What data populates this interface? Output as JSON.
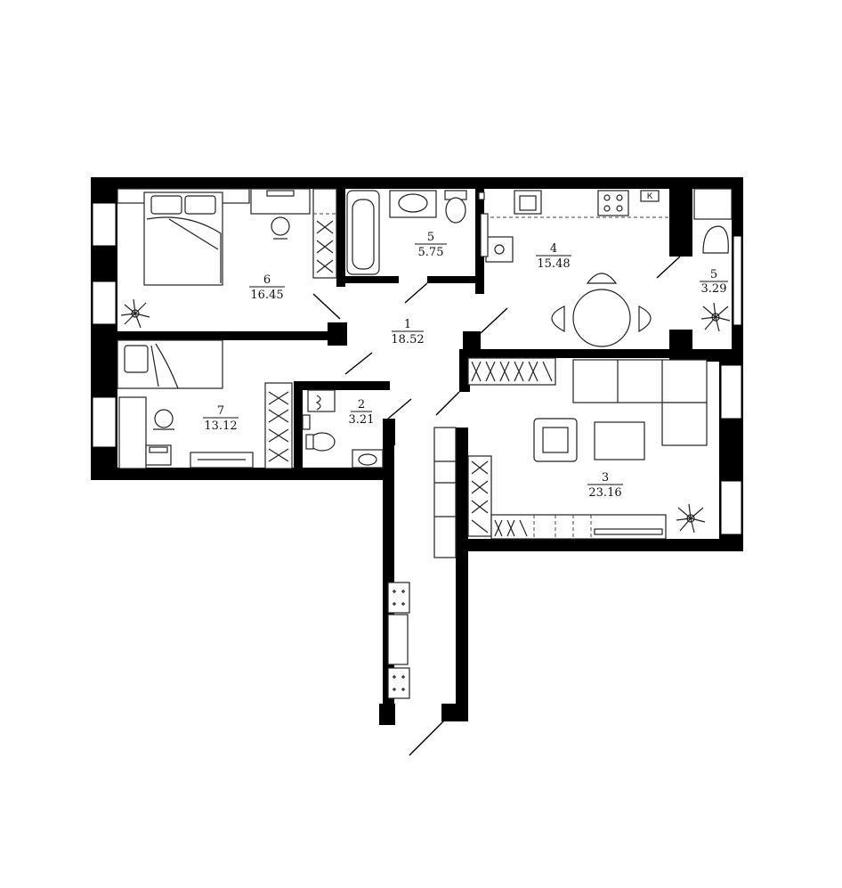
{
  "rooms": [
    {
      "id": "room-1",
      "number": "1",
      "area": "18.52"
    },
    {
      "id": "room-2",
      "number": "2",
      "area": "3.21"
    },
    {
      "id": "room-3",
      "number": "3",
      "area": "23.16"
    },
    {
      "id": "room-4",
      "number": "4",
      "area": "15.48"
    },
    {
      "id": "room-5a",
      "number": "5",
      "area": "5.75"
    },
    {
      "id": "room-5b",
      "number": "5",
      "area": "3.29"
    },
    {
      "id": "room-6",
      "number": "6",
      "area": "16.45"
    },
    {
      "id": "room-7",
      "number": "7",
      "area": "13.12"
    }
  ],
  "kitchen": {
    "stove_label": "К"
  }
}
